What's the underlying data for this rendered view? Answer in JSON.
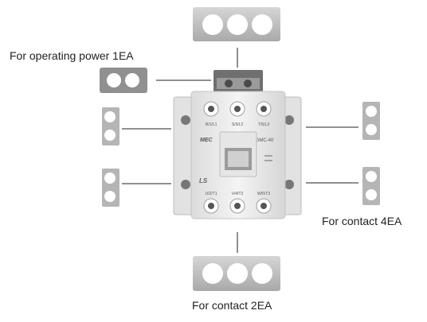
{
  "labels": {
    "operating_power": "For operating power 1EA",
    "contact_4ea": "For contact 4EA",
    "contact_2ea": "For contact 2EA"
  },
  "contactor": {
    "brand": "LS",
    "series": "MEC",
    "model": "GMC-40",
    "top_terminals": [
      "R/1/L1",
      "S/3/L2",
      "T/5/L3"
    ],
    "bottom_terminals": [
      "U/2/T1",
      "V/4/T2",
      "W/6/T3"
    ]
  },
  "colors": {
    "cover_gray": "#b9b9b9",
    "body_white": "#ececec",
    "dark_coil": "#6f6f6f",
    "line": "#222222"
  }
}
